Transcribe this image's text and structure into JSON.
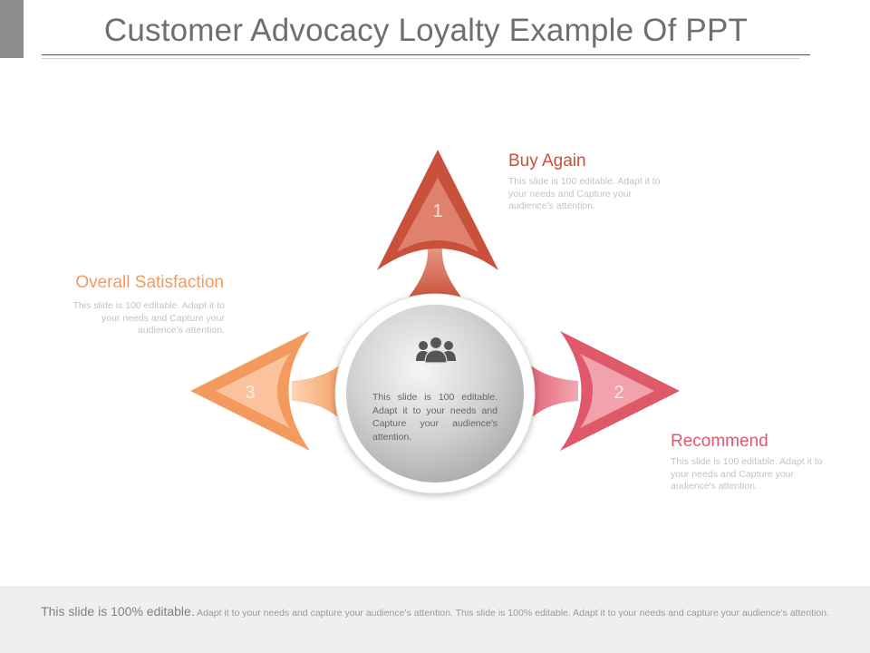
{
  "slide": {
    "title": "Customer Advocacy Loyalty Example Of PPT"
  },
  "items": [
    {
      "number": "1",
      "heading": "Buy Again",
      "text": "This slide is 100 editable. Adapt it to your needs and Capture your audience's attention.",
      "color": "#C9503A"
    },
    {
      "number": "2",
      "heading": "Recommend",
      "text": "This slide is 100 editable. Adapt it to your needs and Capture your audience's attention.",
      "color": "#E0596A"
    },
    {
      "number": "3",
      "heading": "Overall Satisfaction",
      "text": "This slide is 100 editable. Adapt it to your needs and Capture your audience's attention.",
      "color": "#F49A5E"
    }
  ],
  "center": {
    "icon": "people-group-icon",
    "text": "This slide is 100 editable. Adapt it to your needs and Capture your audience's attention."
  },
  "footer": {
    "lead": "This slide is 100% editable.",
    "text": "Adapt it to your needs and capture your audience's attention. This slide is 100% editable. Adapt it to your needs and capture your audience's attention."
  }
}
